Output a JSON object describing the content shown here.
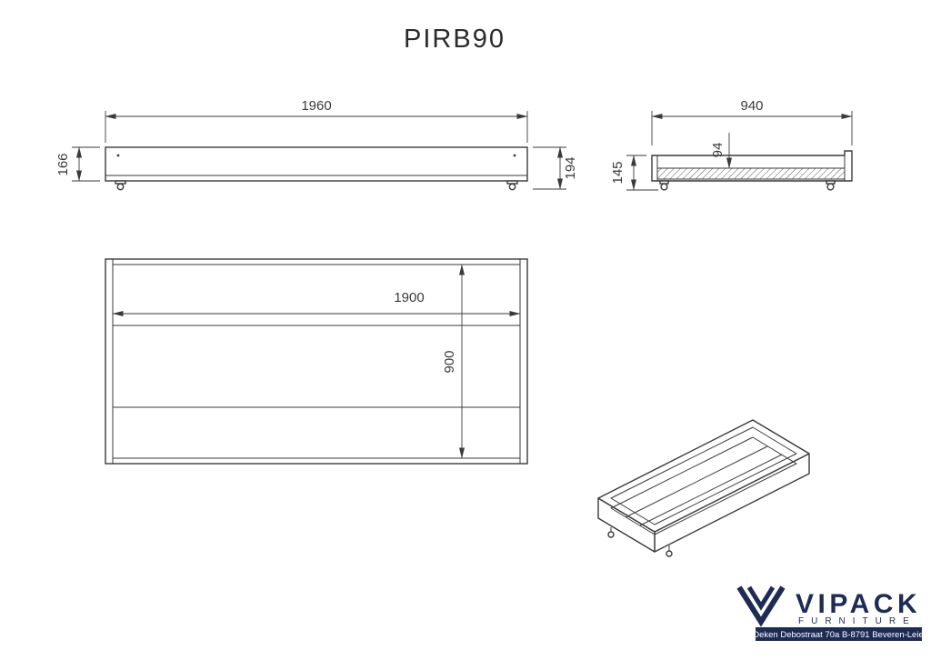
{
  "title": "PIRB90",
  "views": {
    "front": {
      "width": "1960",
      "height_left": "166",
      "height_right": "194"
    },
    "side": {
      "width": "940",
      "height": "145",
      "inner_depth": "94"
    },
    "top": {
      "inner_length": "1900",
      "inner_width": "900"
    }
  },
  "logo": {
    "brand": "VIPACK",
    "division": "FURNITURE",
    "address": "Deken Debostraat 70a B-8791 Beveren-Leie"
  },
  "colors": {
    "line": "#3a3a3a",
    "brand": "#1e2c55"
  }
}
